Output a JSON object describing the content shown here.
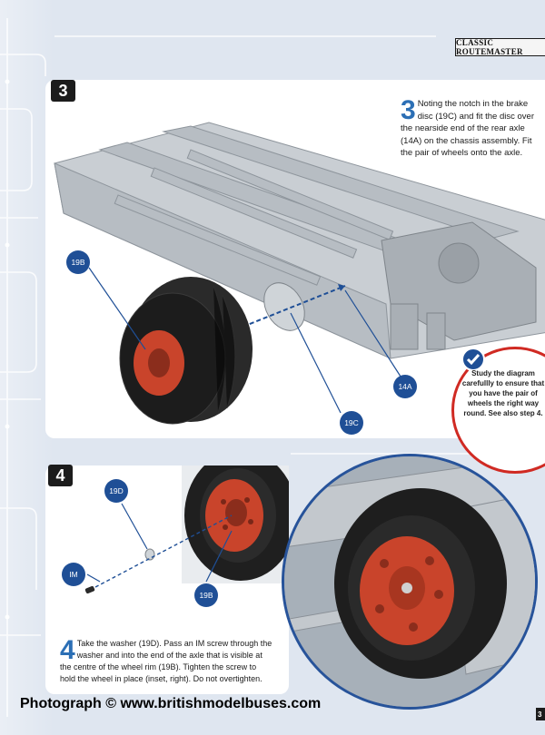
{
  "header": {
    "series_label": "CLASSIC ROUTEMASTER"
  },
  "step3": {
    "number_box": "3",
    "big_number": "3",
    "text": "Noting the notch in the brake disc (19C) and fit the disc over the nearside end of the rear axle (14A) on the chassis assembly. Fit the pair of wheels onto the axle.",
    "callouts": [
      "19B",
      "19C",
      "14A"
    ]
  },
  "tip": {
    "text": "Study the diagram carefullly to ensure that you have the pair of wheels the right way round. See also step 4."
  },
  "step4": {
    "number_box": "4",
    "big_number": "4",
    "text": "Take the washer (19D). Pass an IM screw through the washer and into the end of the axle that is visible at the centre of the wheel rim (19B). Tighten the screw to hold the wheel in place (inset, right). Do not overtighten.",
    "callouts": [
      "19D",
      "IM",
      "19B"
    ]
  },
  "watermark": "Photograph © www.britishmodelbuses.com",
  "page_number": "3",
  "colors": {
    "accent_blue": "#2c6fb5",
    "callout_blue": "#1f4f96",
    "tip_red": "#d02a23",
    "wheel_rim": "#c9442b"
  }
}
